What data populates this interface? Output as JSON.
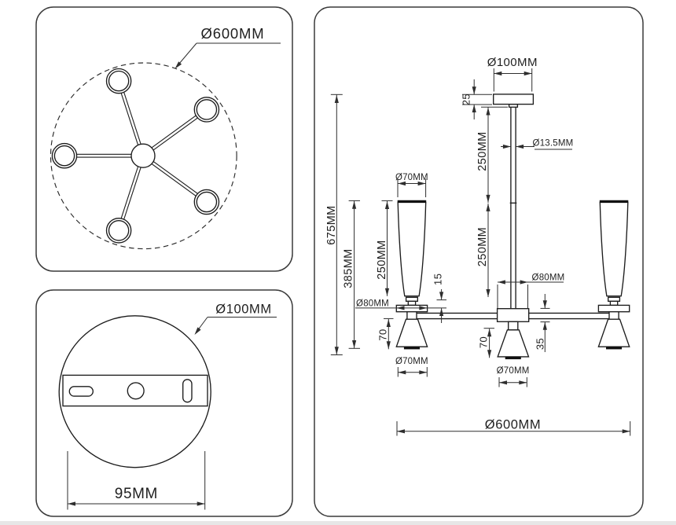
{
  "document": {
    "kind": "lighting fixture technical drawing",
    "views": [
      "ceiling top view",
      "canopy mounting plate view",
      "side elevation"
    ]
  },
  "top_view": {
    "diameter_label": "Ø600MM",
    "lamp_count": 5
  },
  "mount_view": {
    "diameter_label": "Ø100MM",
    "hole_spacing_label": "95MM"
  },
  "side_view": {
    "canopy_diameter": "Ø100MM",
    "canopy_height": "25",
    "stem_upper_length": "250MM",
    "stem_diameter": "Ø13.5MM",
    "stem_lower_length": "250MM",
    "overall_height": "675MM",
    "body_height": "385MM",
    "shade_height": "250MM",
    "shade_top_diameter": "Ø70MM",
    "flange_diameter": "Ø80MM",
    "flange_offset": "15",
    "hub_diameter": "Ø80MM",
    "hub_height": "35",
    "cone_height_left": "70",
    "cone_height_center": "70",
    "cone_diameter_left": "Ø70MM",
    "cone_diameter_center": "Ø70MM",
    "overall_diameter": "Ø600MM"
  }
}
